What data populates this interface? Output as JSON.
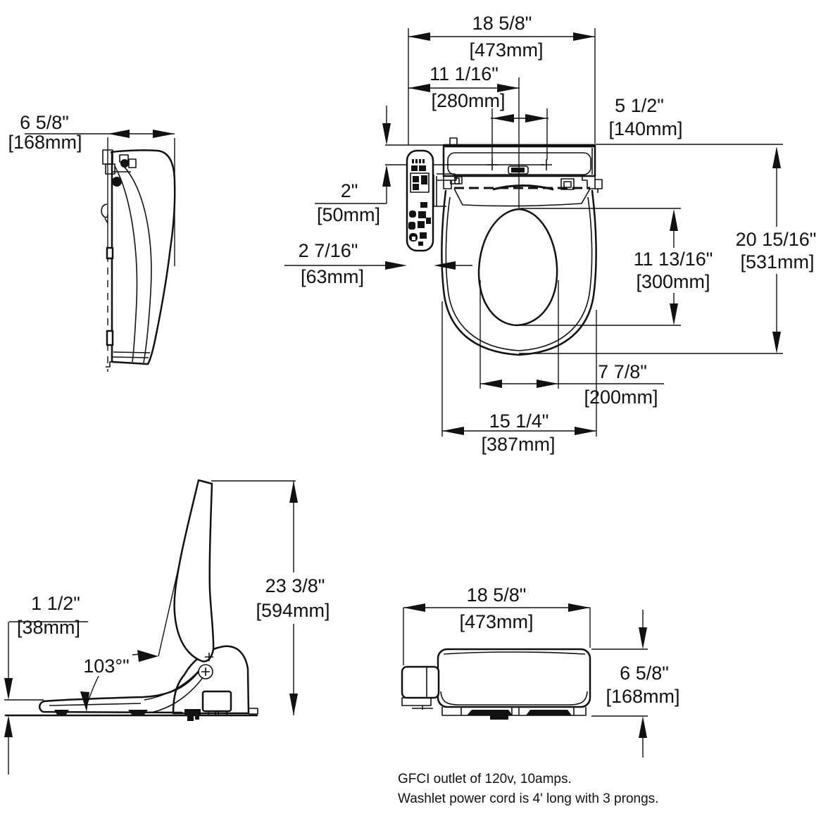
{
  "drawing": {
    "notes": [
      "GFCI outlet of 120v, 10amps.",
      "Washlet power cord is 4' long with 3 prongs."
    ],
    "views": {
      "side_closed": {
        "dims": {
          "depth_in": "6 5/8\"",
          "depth_mm": "[168mm]"
        }
      },
      "top": {
        "dims": {
          "overall_width_in": "18 5/8\"",
          "overall_width_mm": "[473mm]",
          "lid_center_in": "11 1/16\"",
          "lid_center_mm": "[280mm]",
          "bolt_spacing_in": "5 1/2\"",
          "bolt_spacing_mm": "[140mm]",
          "top_to_bolts_in": "2\"",
          "top_to_bolts_mm": "[50mm]",
          "panel_width_in": "2 7/16\"",
          "panel_width_mm": "[63mm]",
          "bowl_length_in": "11 13/16\"",
          "bowl_length_mm": "[300mm]",
          "overall_length_in": "20 15/16\"",
          "overall_length_mm": "[531mm]",
          "bowl_width_in": "7 7/8\"",
          "bowl_width_mm": "[200mm]",
          "seat_width_in": "15 1/4\"",
          "seat_width_mm": "[387mm]"
        }
      },
      "side_open": {
        "dims": {
          "seat_height_in": "1 1/2\"",
          "seat_height_mm": "[38mm]",
          "lid_angle": "103°\"",
          "overall_height_in": "23 3/8\"",
          "overall_height_mm": "[594mm]"
        }
      },
      "rear": {
        "dims": {
          "width_in": "18 5/8\"",
          "width_mm": "[473mm]",
          "height_in": "6 5/8\"",
          "height_mm": "[168mm]"
        }
      }
    }
  }
}
